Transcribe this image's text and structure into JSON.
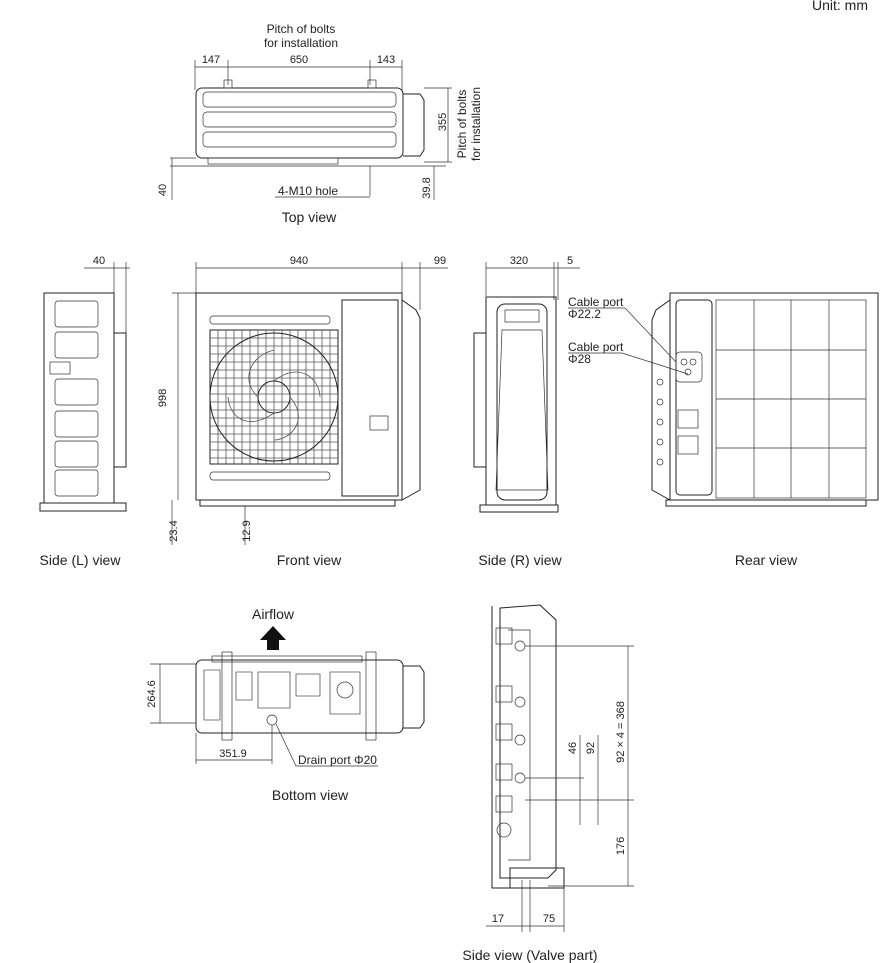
{
  "unit_label": "Unit: mm",
  "views": {
    "top": {
      "title": "Top view",
      "pitch_h": "Pitch of bolts",
      "pitch_h2": "for installation",
      "pitch_v": "Pitch of bolts",
      "pitch_v2": "for installation",
      "d147": "147",
      "d650": "650",
      "d143": "143",
      "d355": "355",
      "d40": "40",
      "d398": "39.8",
      "hole": "4-M10 hole"
    },
    "side_l": {
      "title": "Side (L) view",
      "d40": "40"
    },
    "front": {
      "title": "Front view",
      "d940": "940",
      "d99": "99",
      "d998": "998",
      "d234": "23.4",
      "d129": "12.9"
    },
    "side_r": {
      "title": "Side (R) view",
      "d320": "320",
      "d5": "5",
      "cable1": "Cable port",
      "cable1_size": "Φ22.2",
      "cable2": "Cable port",
      "cable2_size": "Φ28"
    },
    "rear": {
      "title": "Rear view"
    },
    "bottom": {
      "title": "Bottom view",
      "airflow": "Airflow",
      "d2646": "264.6",
      "d3519": "351.9",
      "drain": "Drain port Φ20"
    },
    "valve": {
      "title": "Side view (Valve part)",
      "d46": "46",
      "d92": "92",
      "d368": "92 × 4 = 368",
      "d176": "176",
      "d17": "17",
      "d75": "75"
    }
  }
}
